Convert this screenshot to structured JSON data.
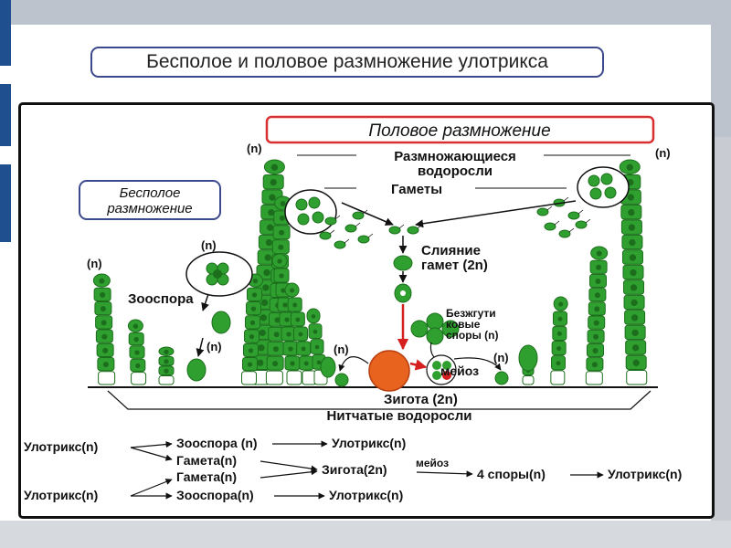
{
  "title": "Бесполое и половое размножение улотрикса",
  "sexual_label": "Половое размножение",
  "asexual_label": [
    "Бесполое",
    "размножение"
  ],
  "ploidy": {
    "n": "(n)",
    "two_n": "(2n)"
  },
  "labels": {
    "reproducing": [
      "Размножающиеся",
      "водоросли"
    ],
    "gametes": "Гаметы",
    "fusion": [
      "Слияние",
      "гамет (2n)"
    ],
    "zoospore": "Зооспора",
    "flagellaless": [
      "Безжгути",
      "ковые",
      "споры (n)"
    ],
    "meiosis": "мейоз",
    "zygote": "Зигота (2n)",
    "filamentous": "Нитчатые водоросли"
  },
  "scheme": {
    "ulothrix_top": "Улотрикс(n)",
    "zoospore_top": "Зооспора (n)",
    "ulothrix_top_result": "Улотрикс(n)",
    "gamete_1": "Гамета(n)",
    "gamete_2": "Гамета(n)",
    "zygote": "Зигота(2n)",
    "meiosis": "мейоз",
    "spores": "4 споры(n)",
    "ulothrix_final": "Улотрикс(n)",
    "ulothrix_bottom": "Улотрикс(n)",
    "zoospore_bottom": "Зооспора(n)",
    "ulothrix_bottom_result": "Улотрикс(n)"
  },
  "colors": {
    "cell_green": "#2fa02f",
    "cell_dark": "#1c6e1c",
    "zygote_orange": "#e8641e",
    "arrow_red": "#d62020",
    "title_border": "#3b4a8c",
    "sexual_border": "#d83030",
    "frame_blue": "#1f4f8f"
  }
}
